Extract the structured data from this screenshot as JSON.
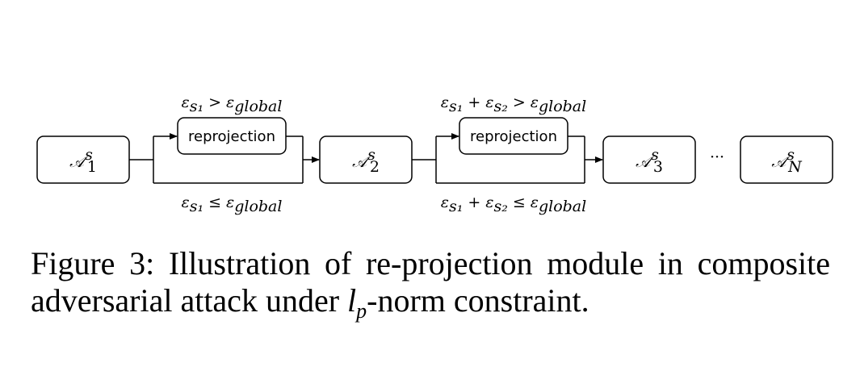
{
  "modules": [
    {
      "symbol": "𝒜",
      "superscript": "s",
      "subscript": "1"
    },
    {
      "symbol": "𝒜",
      "superscript": "s",
      "subscript": "2"
    },
    {
      "symbol": "𝒜",
      "superscript": "s",
      "subscript": "3"
    },
    {
      "symbol": "𝒜",
      "superscript": "s",
      "subscript": "N"
    }
  ],
  "ellipsis": "···",
  "reprojection_label": "reprojection",
  "conditions": {
    "stage1_above": {
      "lhs": "ε",
      "lhs_sub": "s₁",
      "op": ">",
      "rhs": "ε",
      "rhs_sub": "global"
    },
    "stage1_below": {
      "lhs": "ε",
      "lhs_sub": "s₁",
      "op": "≤",
      "rhs": "ε",
      "rhs_sub": "global"
    },
    "stage2_above": {
      "lhs": "ε",
      "lhs_sub": "s₁",
      "plus": "+",
      "lhs2": "ε",
      "lhs2_sub": "s₂",
      "op": ">",
      "rhs": "ε",
      "rhs_sub": "global"
    },
    "stage2_below": {
      "lhs": "ε",
      "lhs_sub": "s₁",
      "plus": "+",
      "lhs2": "ε",
      "lhs2_sub": "s₂",
      "op": "≤",
      "rhs": "ε",
      "rhs_sub": "global"
    }
  },
  "caption": {
    "prefix": "Figure 3: Illustration of re-projection module in composite adversarial attack under ",
    "norm_symbol": "l",
    "norm_sub": "p",
    "suffix": "-norm constraint."
  }
}
